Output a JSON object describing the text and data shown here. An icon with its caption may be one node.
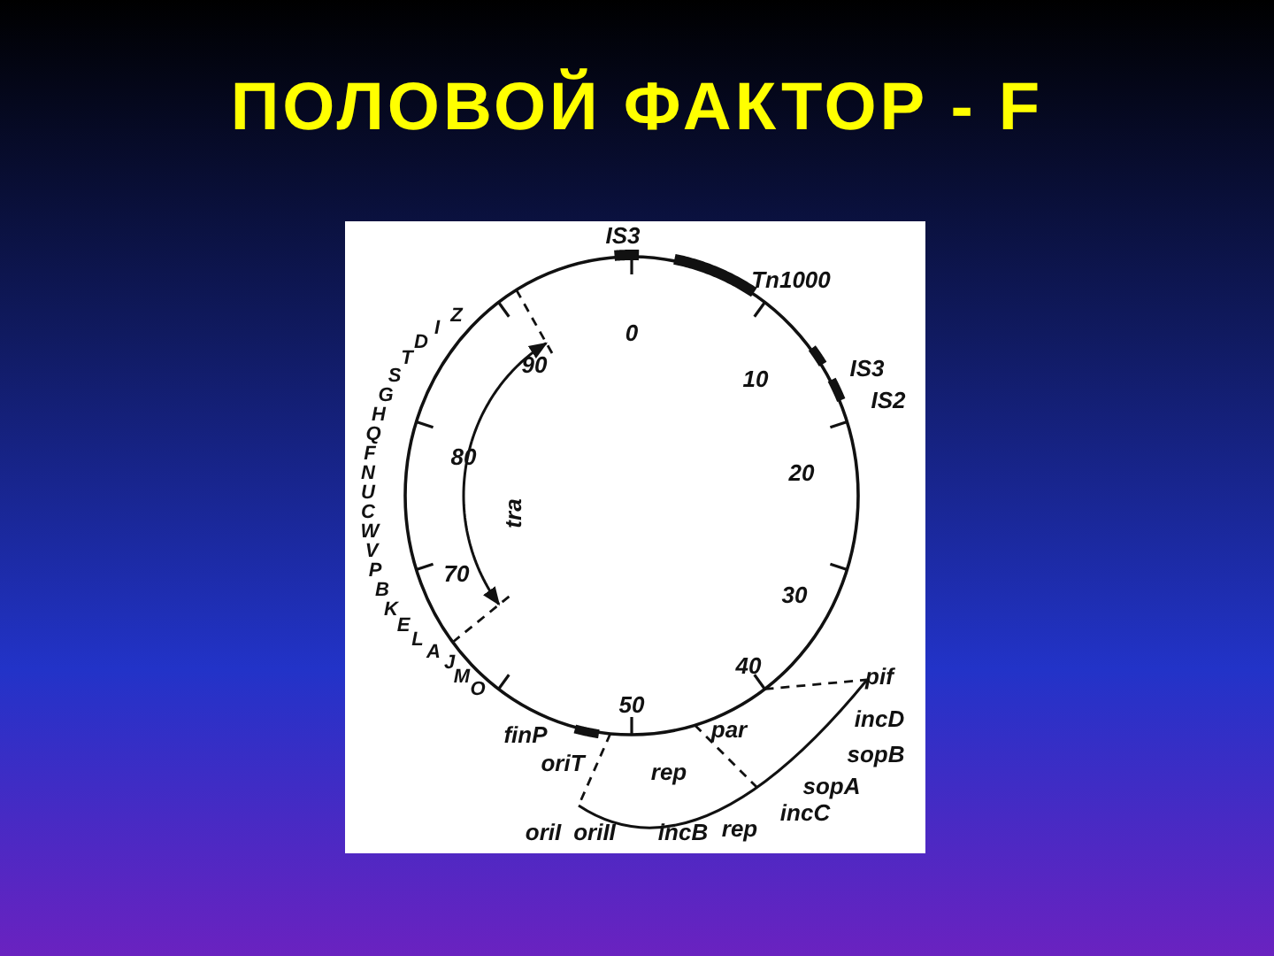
{
  "diagram": {
    "title": "ПОЛОВОЙ ФАКТОР - F",
    "labels": [
      "IS3",
      "Tn1000",
      "0",
      "Z",
      "I",
      "90",
      "D",
      "10",
      "IS3",
      "T",
      "S",
      "IS2",
      "G",
      "H",
      "Q",
      "F",
      "80",
      "20",
      "N",
      "U",
      "tra",
      "C",
      "W",
      "V",
      "70",
      "P",
      "30",
      "B",
      "K",
      "E",
      "L",
      "A",
      "40",
      "J",
      "M",
      "O",
      "pif",
      "50",
      "finP",
      "par",
      "incD",
      "oriT",
      "rep",
      "sopB",
      "sopA",
      "incC",
      "oriI",
      "oriII",
      "incB",
      "rep"
    ]
  }
}
